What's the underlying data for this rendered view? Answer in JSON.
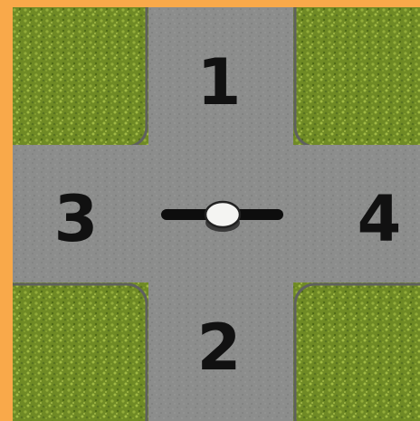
{
  "board": {
    "frame_color": "#f9a94a",
    "grass_color": "#6f8a25",
    "road_color": "#8c8d8c",
    "road_edge_color": "#5f605f",
    "center_piece": "turnstile-pivot-icon",
    "roads": [
      {
        "id": "north",
        "label": "1"
      },
      {
        "id": "south",
        "label": "2"
      },
      {
        "id": "west",
        "label": "3"
      },
      {
        "id": "east",
        "label": "4"
      }
    ]
  }
}
